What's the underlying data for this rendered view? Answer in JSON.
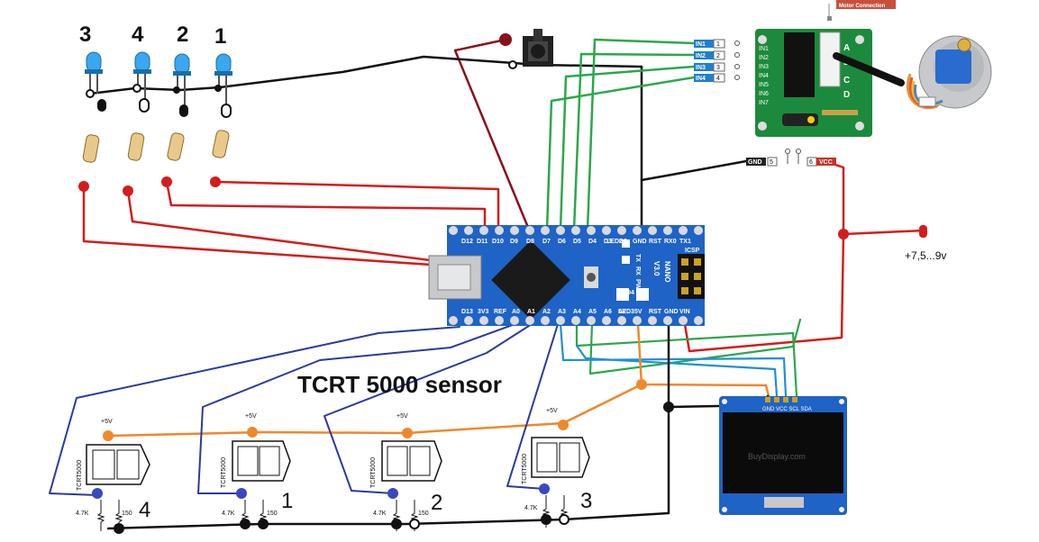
{
  "title": "TCRT 5000 sensor",
  "leds": [
    "3",
    "4",
    "2",
    "1"
  ],
  "sensors": [
    "4",
    "1",
    "2",
    "3"
  ],
  "sensor": {
    "chip_label": "TCRT5000",
    "plus5v": "+5V",
    "r1": "4.7K",
    "r2": "150",
    "r2_first": "150"
  },
  "motor_driver": {
    "title": "Motor Connection",
    "in_labels": [
      "IN1",
      "IN2",
      "IN3",
      "IN4"
    ],
    "pins": [
      "1",
      "2",
      "3",
      "4"
    ],
    "board_pins": [
      "IN1",
      "IN2",
      "IN3",
      "IN4",
      "IN5",
      "IN6",
      "IN7"
    ],
    "gnd": "GND",
    "gnd_pin": "5",
    "vcc": "VCC",
    "vcc_pin": "6",
    "abcd": [
      "A",
      "B",
      "C",
      "D"
    ]
  },
  "power_label": "+7,5...9v",
  "arduino": {
    "top_pins": [
      "D12",
      "D11",
      "D10",
      "D9",
      "D8",
      "D7",
      "D6",
      "D5",
      "D4",
      "D3",
      "D2",
      "GND",
      "RST",
      "RX0",
      "TX1"
    ],
    "bottom_pins": [
      "D13",
      "3V3",
      "REF",
      "A0",
      "A1",
      "A2",
      "A3",
      "A4",
      "A5",
      "A6",
      "A7",
      "5V",
      "RST",
      "GND",
      "VIN"
    ],
    "side_labels": [
      "TX",
      "RX",
      "PWR",
      "L"
    ],
    "nano": "NANO",
    "version": "V3.0",
    "icsp": "ICSP",
    "led_labels": [
      "LED2",
      "LED4",
      "LED3"
    ]
  },
  "oled": {
    "pins": "GND VCC SCL SDA",
    "brand": "BuyDisplay.com"
  },
  "colors": {
    "red_wire": "#d41c1c",
    "dark_red_wire": "#8b0f1a",
    "green_wire": "#2aa84a",
    "blue_wire": "#2c3a9e",
    "cyan_wire": "#1e90d6",
    "orange_wire": "#f0882a",
    "black_wire": "#111111",
    "nano_board": "#1f63c6",
    "driver_board": "#1c8a3c"
  }
}
